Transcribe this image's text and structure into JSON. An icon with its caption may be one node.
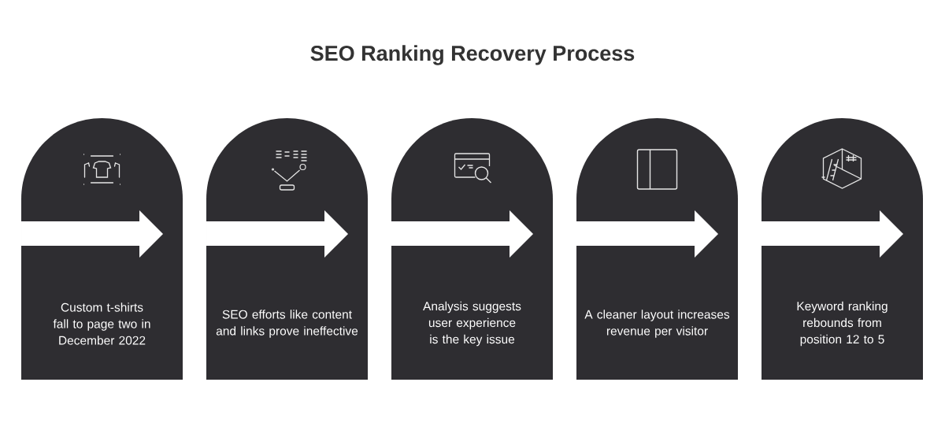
{
  "diagram": {
    "title": "SEO Ranking Recovery Process",
    "nodes": [
      {
        "text": [
          "Custom t-shirts fall to page two in December 2022"
        ]
      },
      {
        "text": [
          "SEO efforts like content and links prove ineffective"
        ]
      },
      {
        "text": [
          "Analysis suggests user experience is the key issue"
        ]
      },
      {
        "text": [
          "A cleaner layout increases revenue per visitor"
        ]
      },
      {
        "text": [
          "Keyword ranking rebounds from position 12 to 5"
        ]
      }
    ]
  }
}
